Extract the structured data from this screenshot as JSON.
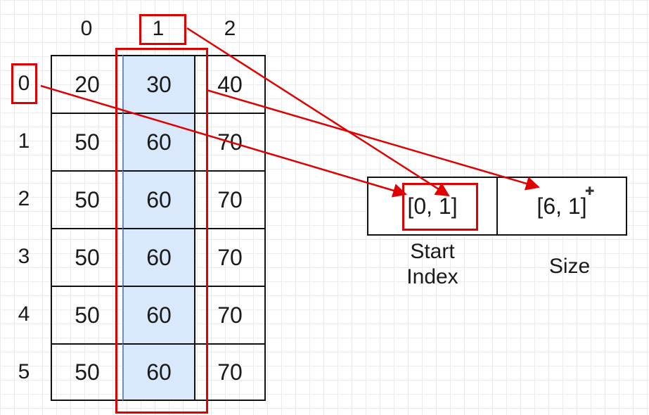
{
  "matrix": {
    "col_labels": [
      "0",
      "1",
      "2"
    ],
    "row_labels": [
      "0",
      "1",
      "2",
      "3",
      "4",
      "5"
    ],
    "rows": [
      [
        "20",
        "30",
        "40"
      ],
      [
        "50",
        "60",
        "70"
      ],
      [
        "50",
        "60",
        "70"
      ],
      [
        "50",
        "60",
        "70"
      ],
      [
        "50",
        "60",
        "70"
      ],
      [
        "50",
        "60",
        "70"
      ]
    ],
    "highlight_column": 1
  },
  "slice": {
    "start_value": "[0, 1]",
    "size_value": "[6, 1]",
    "start_label": "Start\nIndex",
    "size_label": "Size"
  },
  "colors": {
    "highlight": "#dae8fc",
    "highlight_border": "#6c8ebf",
    "annotation": "#e00000"
  }
}
